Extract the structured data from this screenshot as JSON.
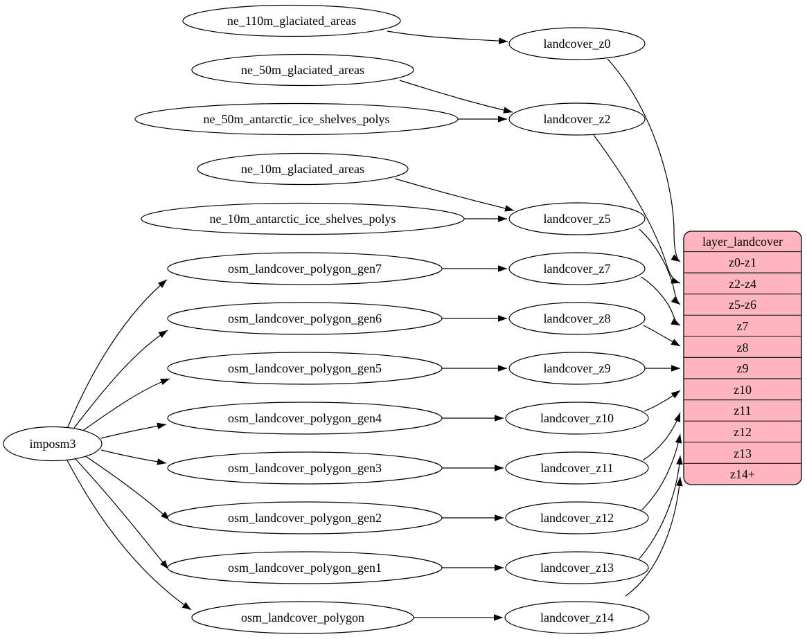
{
  "diagram": {
    "root": "imposm3",
    "sources": [
      "ne_110m_glaciated_areas",
      "ne_50m_glaciated_areas",
      "ne_50m_antarctic_ice_shelves_polys",
      "ne_10m_glaciated_areas",
      "ne_10m_antarctic_ice_shelves_polys",
      "osm_landcover_polygon_gen7",
      "osm_landcover_polygon_gen6",
      "osm_landcover_polygon_gen5",
      "osm_landcover_polygon_gen4",
      "osm_landcover_polygon_gen3",
      "osm_landcover_polygon_gen2",
      "osm_landcover_polygon_gen1",
      "osm_landcover_polygon"
    ],
    "generalized": [
      "landcover_z0",
      "landcover_z2",
      "landcover_z5",
      "landcover_z7",
      "landcover_z8",
      "landcover_z9",
      "landcover_z10",
      "landcover_z11",
      "landcover_z12",
      "landcover_z13",
      "landcover_z14"
    ],
    "table": {
      "title": "layer_landcover",
      "rows": [
        "z0-z1",
        "z2-z4",
        "z5-z6",
        "z7",
        "z8",
        "z9",
        "z10",
        "z11",
        "z12",
        "z13",
        "z14+"
      ]
    },
    "edges": [
      {
        "from": "ne_110m_glaciated_areas",
        "to": "landcover_z0"
      },
      {
        "from": "ne_50m_glaciated_areas",
        "to": "landcover_z2"
      },
      {
        "from": "ne_50m_antarctic_ice_shelves_polys",
        "to": "landcover_z2"
      },
      {
        "from": "ne_10m_glaciated_areas",
        "to": "landcover_z5"
      },
      {
        "from": "ne_10m_antarctic_ice_shelves_polys",
        "to": "landcover_z5"
      },
      {
        "from": "imposm3",
        "to": "osm_landcover_polygon_gen7"
      },
      {
        "from": "imposm3",
        "to": "osm_landcover_polygon_gen6"
      },
      {
        "from": "imposm3",
        "to": "osm_landcover_polygon_gen5"
      },
      {
        "from": "imposm3",
        "to": "osm_landcover_polygon_gen4"
      },
      {
        "from": "imposm3",
        "to": "osm_landcover_polygon_gen3"
      },
      {
        "from": "imposm3",
        "to": "osm_landcover_polygon_gen2"
      },
      {
        "from": "imposm3",
        "to": "osm_landcover_polygon_gen1"
      },
      {
        "from": "imposm3",
        "to": "osm_landcover_polygon"
      },
      {
        "from": "osm_landcover_polygon_gen7",
        "to": "landcover_z7"
      },
      {
        "from": "osm_landcover_polygon_gen6",
        "to": "landcover_z8"
      },
      {
        "from": "osm_landcover_polygon_gen5",
        "to": "landcover_z9"
      },
      {
        "from": "osm_landcover_polygon_gen4",
        "to": "landcover_z10"
      },
      {
        "from": "osm_landcover_polygon_gen3",
        "to": "landcover_z11"
      },
      {
        "from": "osm_landcover_polygon_gen2",
        "to": "landcover_z12"
      },
      {
        "from": "osm_landcover_polygon_gen1",
        "to": "landcover_z13"
      },
      {
        "from": "osm_landcover_polygon",
        "to": "landcover_z14"
      },
      {
        "from": "landcover_z0",
        "to": "z0-z1"
      },
      {
        "from": "landcover_z2",
        "to": "z2-z4"
      },
      {
        "from": "landcover_z5",
        "to": "z5-z6"
      },
      {
        "from": "landcover_z7",
        "to": "z7"
      },
      {
        "from": "landcover_z8",
        "to": "z8"
      },
      {
        "from": "landcover_z9",
        "to": "z9"
      },
      {
        "from": "landcover_z10",
        "to": "z10"
      },
      {
        "from": "landcover_z11",
        "to": "z11"
      },
      {
        "from": "landcover_z12",
        "to": "z12"
      },
      {
        "from": "landcover_z13",
        "to": "z13"
      },
      {
        "from": "landcover_z14",
        "to": "z14+"
      }
    ],
    "colors": {
      "table_fill": "#ffb6c1",
      "node_fill": "#ffffff",
      "stroke": "#000000"
    }
  }
}
